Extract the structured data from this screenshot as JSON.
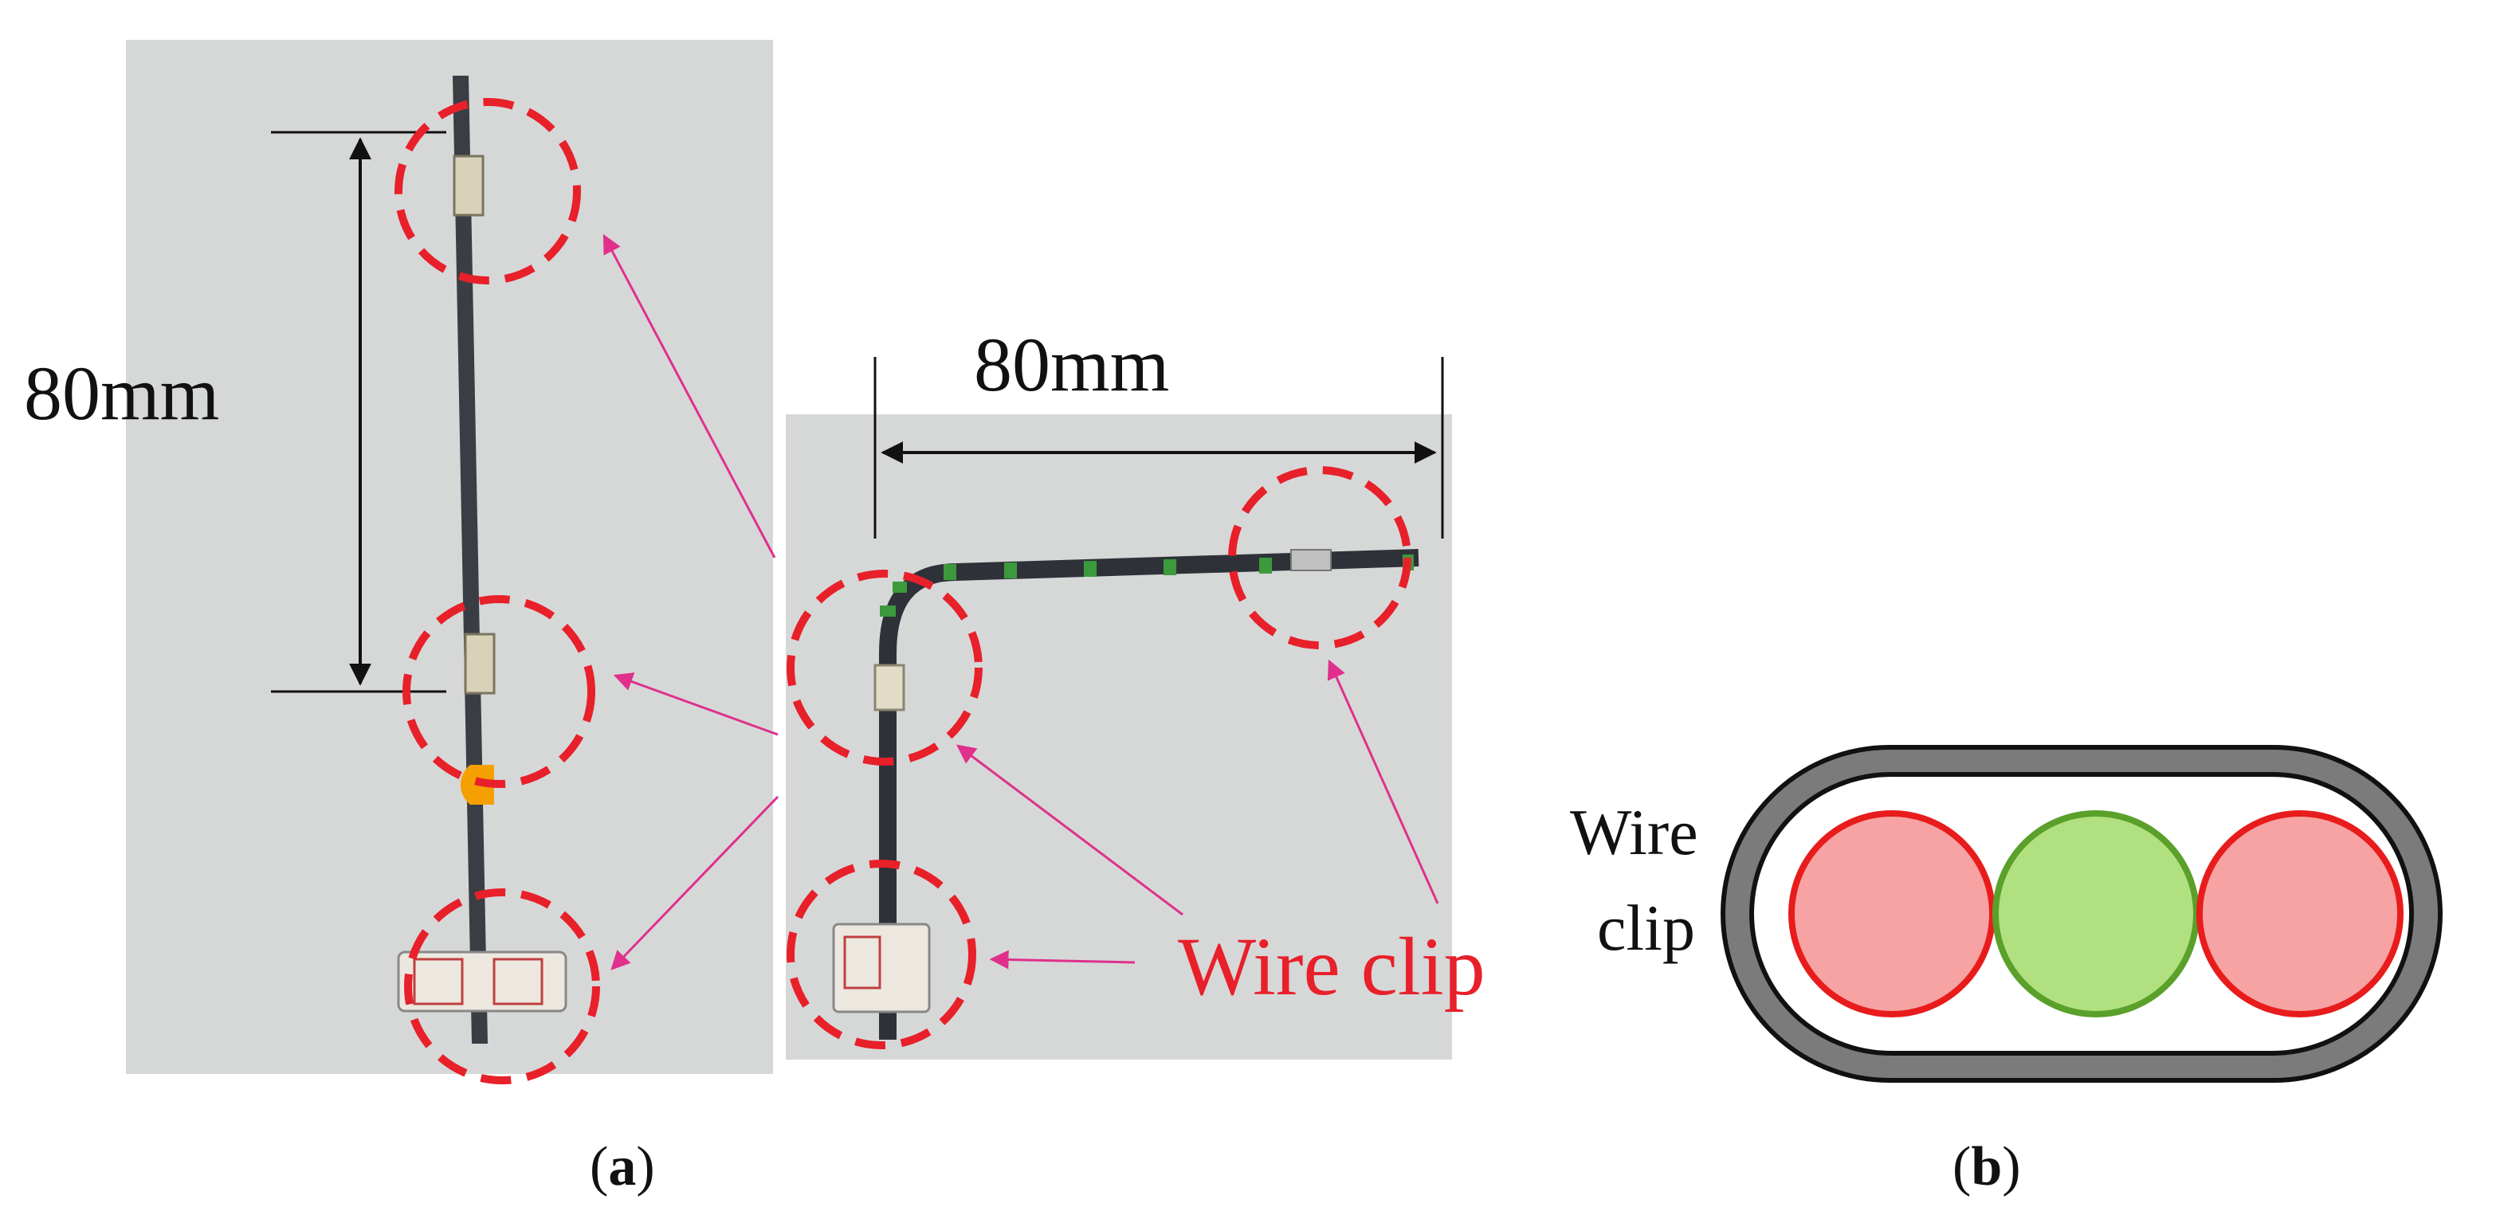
{
  "panel_a": {
    "dimension_vertical": "80mm",
    "dimension_horizontal": "80mm",
    "callout": "Wire clip",
    "caption_letter": "a"
  },
  "panel_b": {
    "label_line1": "Wire",
    "label_line2": "clip",
    "caption_letter": "b"
  },
  "colors": {
    "background": "#ffffff",
    "photo_bg": "#d6d8d8",
    "annotation_red": "#e8202a",
    "arrow_magenta": "#e0308c",
    "wire_red_fill": "#f7a3a3",
    "wire_red_stroke": "#e81c1c",
    "wire_green_fill": "#b0e080",
    "wire_green_stroke": "#5aa02a",
    "clip_outer": "#7b7b7b"
  }
}
